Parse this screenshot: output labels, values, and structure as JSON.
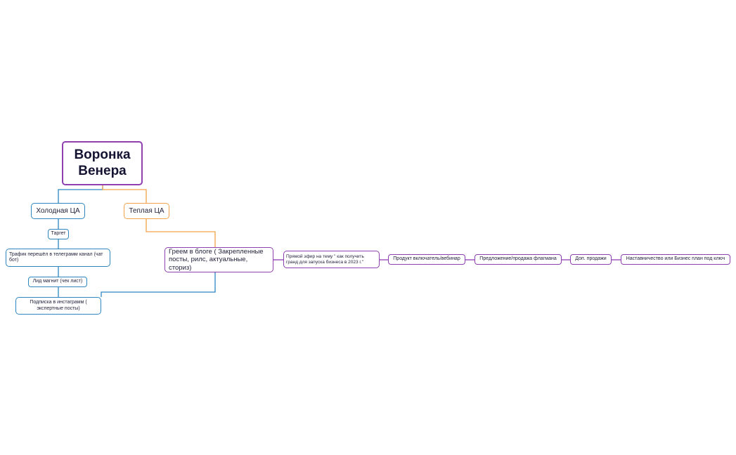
{
  "mindmap": {
    "root": {
      "title": "Воронка Венера"
    },
    "branches": {
      "cold": {
        "label": "Холодная ЦА",
        "steps": {
          "target": "Таргет",
          "traffic": "Трафик перешёл в телеграмм канал (чат бот)",
          "lead_magnet": "Лид магнит (чек лист)",
          "subscribe": "Подписка в инстаграмм ( экспертные посты)"
        }
      },
      "warm": {
        "label": "Теплая ЦА",
        "steps": {
          "blog": "Греем в блоге ( Закрепленные посты, рилс, актуальные, сториз)",
          "live": "Прямой эфир на тему \" как получить гранд для запуска бизнеса в 2023 г.\"",
          "product": "Продукт включатель/вебинар",
          "offer": "Предложение/продажа флагмана",
          "extra_sales": "Доп. продажи",
          "mentoring": "Наставничество или Бизнес план под ключ"
        }
      }
    },
    "colors": {
      "cold_branch": "#2e86c1",
      "warm_branch": "#f0a34a",
      "purple_topic": "#8e3fb0",
      "text": "#1f1f3a"
    }
  }
}
